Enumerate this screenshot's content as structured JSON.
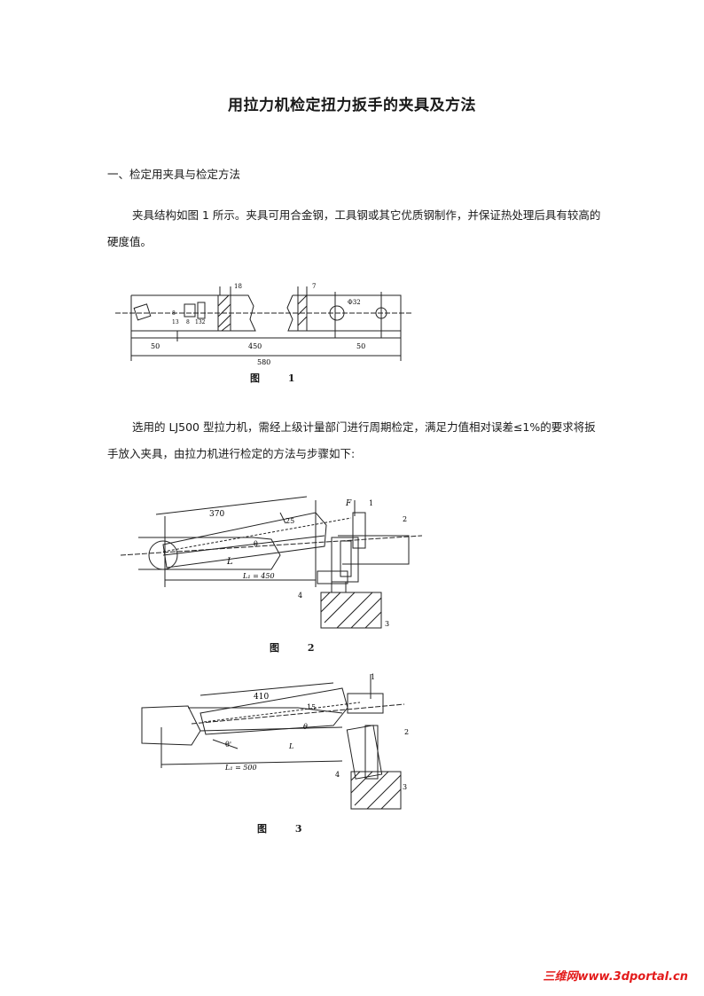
{
  "title": "用拉力机检定扭力扳手的夹具及方法",
  "section1": "一、检定用夹具与检定方法",
  "para1": "夹具结构如图 1 所示。夹具可用合金钢，工具钢或其它优质钢制作，并保证热处理后具有较高的硬度值。",
  "para2": "选用的 LJ500 型拉力机，需经上级计量部门进行周期检定，满足力值相对误差≤1%的要求将扳手放入夹具，由拉力机进行检定的方法与步骤如下:",
  "fig1": {
    "caption": "图 1",
    "dim_left": "50",
    "dim_mid": "450",
    "dim_right": "50",
    "dim_total": "580",
    "dim_top1": "18",
    "dim_top2": "7",
    "dim_hole": "Φ32",
    "side_a": "8",
    "side_b": "13",
    "side_c": "8",
    "side_d": "132"
  },
  "fig2": {
    "caption": "图 2",
    "len_arm": "370",
    "len_h": "25",
    "force": "F",
    "angle": "θ",
    "label_l": "L",
    "label_l1": "L₁ = 450",
    "n1": "1",
    "n2": "2",
    "n3": "3",
    "n4": "4"
  },
  "fig3": {
    "caption": "图 3",
    "len_arm": "410",
    "len_h": "15",
    "angle": "θ",
    "angle2": "θ'",
    "label_l": "L",
    "label_l1": "L₁ = 500",
    "n1": "1",
    "n2": "2",
    "n3": "3",
    "n4": "4"
  },
  "watermark": "三维网www.3dportal.cn"
}
